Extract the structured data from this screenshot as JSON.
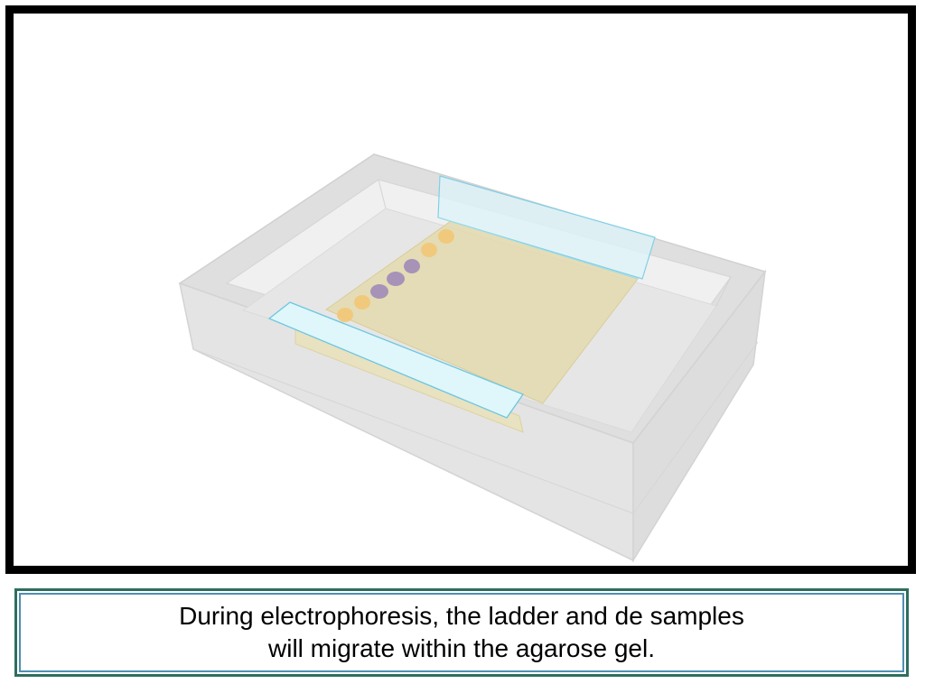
{
  "caption": {
    "line1": "During electrophoresis, the ladder and de samples",
    "line2": "will migrate within the agarose gel."
  },
  "colors": {
    "frame": "#000000",
    "caption_border_outer": "#2e6e5e",
    "caption_border_inner": "#4f8fb3",
    "tank": "#d9d9d9",
    "gel": "#e6dcb0",
    "comb_end": "#dff6fb",
    "ladder": "#f2c675",
    "sample": "#a792b8"
  },
  "diagram": {
    "objects": [
      "electrophoresis-tank",
      "agarose-gel",
      "gel-tray-end-walls",
      "ladder-wells",
      "sample-wells"
    ]
  }
}
